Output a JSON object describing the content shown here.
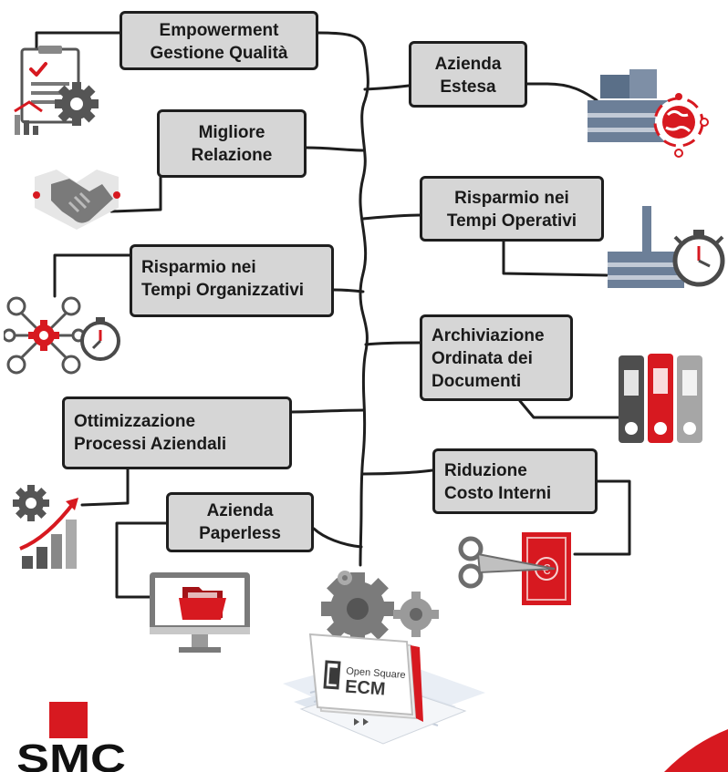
{
  "nodes": [
    {
      "id": "empowerment",
      "lines": [
        "Empowerment",
        "Gestione Qualità"
      ]
    },
    {
      "id": "azienda-estesa",
      "lines": [
        "Azienda",
        "Estesa"
      ]
    },
    {
      "id": "migliore-relazione",
      "lines": [
        "Migliore",
        "Relazione"
      ]
    },
    {
      "id": "tempi-operativi",
      "lines": [
        "Risparmio nei",
        "Tempi Operativi"
      ]
    },
    {
      "id": "tempi-organizzativi",
      "lines": [
        "Risparmio nei",
        "Tempi Organizzativi"
      ]
    },
    {
      "id": "archiviazione",
      "lines": [
        "Archiviazione",
        "Ordinata dei",
        "Documenti"
      ]
    },
    {
      "id": "ottimizzazione",
      "lines": [
        "Ottimizzazione",
        "Processi Aziendali"
      ]
    },
    {
      "id": "riduzione",
      "lines": [
        "Riduzione",
        "Costo Interni"
      ]
    },
    {
      "id": "paperless",
      "lines": [
        "Azienda",
        "Paperless"
      ]
    }
  ],
  "center_product": {
    "line1": "Open Square",
    "line2": "ECM"
  },
  "logo": {
    "text": "SMC"
  },
  "colors": {
    "accent": "#d71920",
    "box_fill": "#d6d6d6",
    "box_border": "#1e1e1e",
    "line": "#1e1e1e",
    "icon_gray": "#6d6d6d"
  },
  "icons": [
    "checklist-gear-icon",
    "factory-globe-icon",
    "handshake-icon",
    "factory-stopwatch-icon",
    "network-stopwatch-icon",
    "binders-icon",
    "gear-growth-chart-icon",
    "scissors-banknote-icon",
    "monitor-folder-icon",
    "ecm-gears-icon",
    "smc-logo"
  ]
}
